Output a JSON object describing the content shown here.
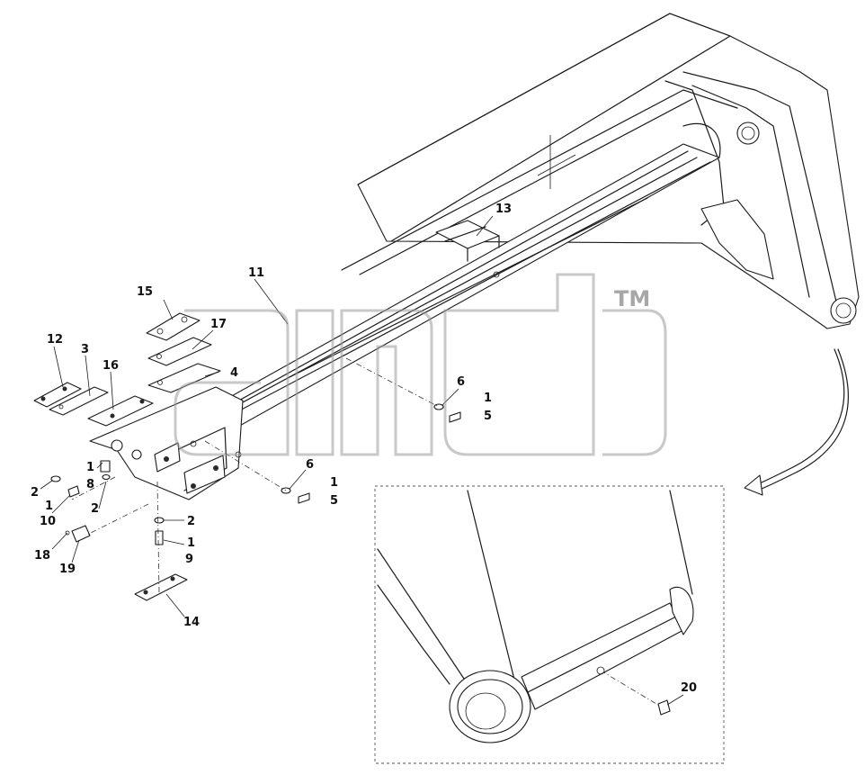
{
  "callouts": [
    {
      "id": "c13",
      "text": "13"
    },
    {
      "id": "c11",
      "text": "11"
    },
    {
      "id": "c15",
      "text": "15"
    },
    {
      "id": "c17",
      "text": "17"
    },
    {
      "id": "c4",
      "text": "4"
    },
    {
      "id": "c12",
      "text": "12"
    },
    {
      "id": "c3",
      "text": "3"
    },
    {
      "id": "c16",
      "text": "16"
    },
    {
      "id": "c6a",
      "text": "6"
    },
    {
      "id": "c1a",
      "text": "1"
    },
    {
      "id": "c5a",
      "text": "5"
    },
    {
      "id": "c6b",
      "text": "6"
    },
    {
      "id": "c1b",
      "text": "1"
    },
    {
      "id": "c5b",
      "text": "5"
    },
    {
      "id": "c2a",
      "text": "2"
    },
    {
      "id": "c1c",
      "text": "1"
    },
    {
      "id": "c10",
      "text": "10"
    },
    {
      "id": "c1d",
      "text": "1"
    },
    {
      "id": "c8",
      "text": "8"
    },
    {
      "id": "c2b",
      "text": "2"
    },
    {
      "id": "c18",
      "text": "18"
    },
    {
      "id": "c19",
      "text": "19"
    },
    {
      "id": "c2c",
      "text": "2"
    },
    {
      "id": "c1e",
      "text": "1"
    },
    {
      "id": "c9",
      "text": "9"
    },
    {
      "id": "c14",
      "text": "14"
    },
    {
      "id": "c20",
      "text": "20"
    }
  ],
  "watermark": {
    "trademark": "TM"
  }
}
